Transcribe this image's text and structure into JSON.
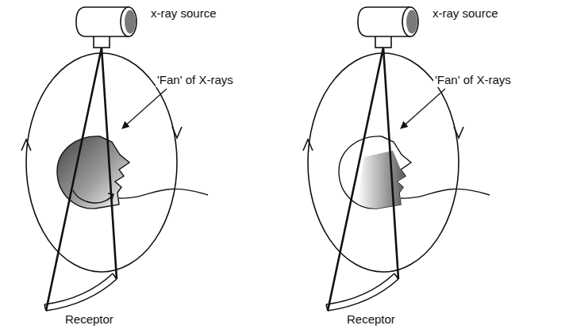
{
  "diagram": {
    "labels": [
      "x-ray source",
      "'Fan' of X-rays",
      "Receptor",
      "x-ray source",
      "'Fan' of X-rays",
      "Receptor"
    ]
  }
}
